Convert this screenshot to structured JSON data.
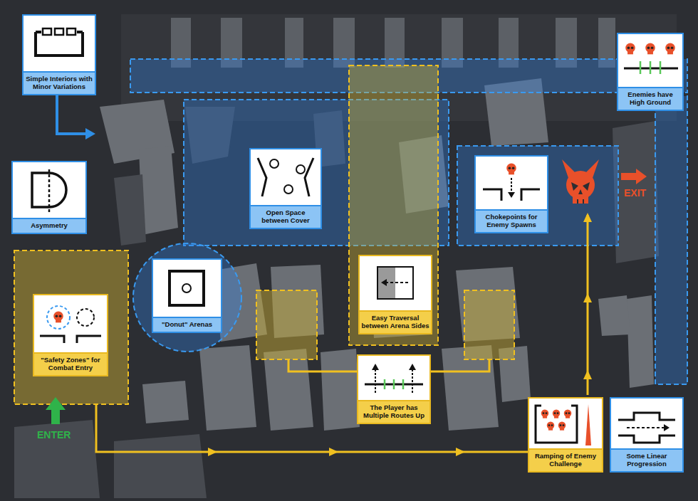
{
  "diagram": {
    "nodes": [
      {
        "text": [
          "Simple Interiors with Minor Variations"
        ]
      },
      {
        "text": [
          "Enemies have High Ground"
        ]
      },
      {
        "text": [
          "Asymmetry"
        ]
      },
      {
        "text": [
          "Open Space between Cover"
        ]
      },
      {
        "text": [
          "Chokepoints for Enemy Spawns"
        ]
      },
      {
        "text": [
          "\"Safety Zones\" for Combat Entry"
        ]
      },
      {
        "text": [
          "\"Donut\" Arenas"
        ]
      },
      {
        "text": [
          "Easy Traversal between Arena Sides"
        ]
      },
      {
        "text": [
          "The Player has Multiple Routes Up"
        ]
      },
      {
        "text": [
          "Ramping of Enemy Challenge"
        ]
      },
      {
        "text": [
          "Some Linear Progression"
        ]
      }
    ],
    "labels": [
      "EXIT",
      "ENTER"
    ]
  }
}
